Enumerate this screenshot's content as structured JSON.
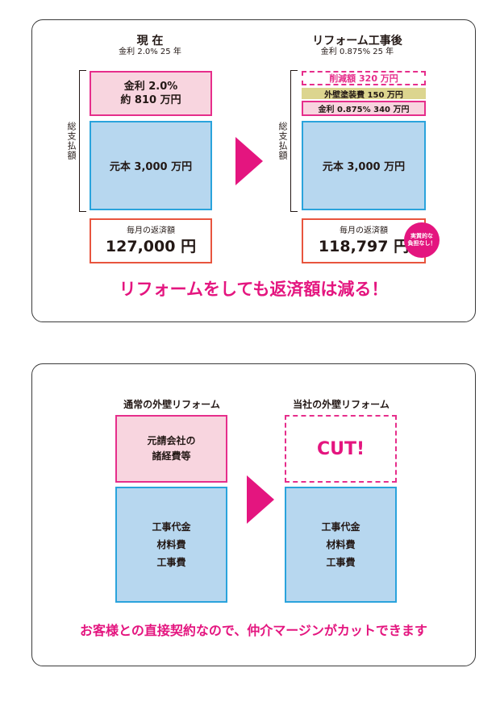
{
  "colors": {
    "magenta": "#e4157f",
    "pink_fill": "#f8d5df",
    "blue_fill": "#b7d7ef",
    "blue_border": "#2aa3dc",
    "red_border": "#e8553e",
    "olive_fill": "#dcd58f"
  },
  "panel1": {
    "left": {
      "title": "現 在",
      "subtitle": "金利 2.0% 25 年",
      "interest_line1": "金利 2.0%",
      "interest_line2": "約 810 万円",
      "principal": "元本 3,000 万円",
      "payment_label": "毎月の返済額",
      "payment_value": "127,000 円"
    },
    "bracket_label": "総支払額",
    "right": {
      "title": "リフォーム工事後",
      "subtitle": "金利 0.875% 25 年",
      "reduction": "削減額 320 万円",
      "paint_cost": "外壁塗装費 150 万円",
      "interest": "金利 0.875% 340 万円",
      "principal": "元本 3,000 万円",
      "payment_label": "毎月の返済額",
      "payment_value": "118,797 円",
      "badge_line1": "実質的な",
      "badge_line2": "負担なし！"
    },
    "arrow_icon": "right-triangle-arrow",
    "headline": "リフォームをしても返済額は減る！"
  },
  "panel2": {
    "left": {
      "title": "通常の外壁リフォーム",
      "margin_line1": "元請会社の",
      "margin_line2": "諸経費等",
      "cost_line1": "工事代金",
      "cost_line2": "材料費",
      "cost_line3": "工事費"
    },
    "right": {
      "title": "当社の外壁リフォーム",
      "cut_label": "CUT!",
      "cost_line1": "工事代金",
      "cost_line2": "材料費",
      "cost_line3": "工事費"
    },
    "arrow_icon": "right-triangle-arrow",
    "headline": "お客様との直接契約なので、仲介マージンがカットできます"
  }
}
